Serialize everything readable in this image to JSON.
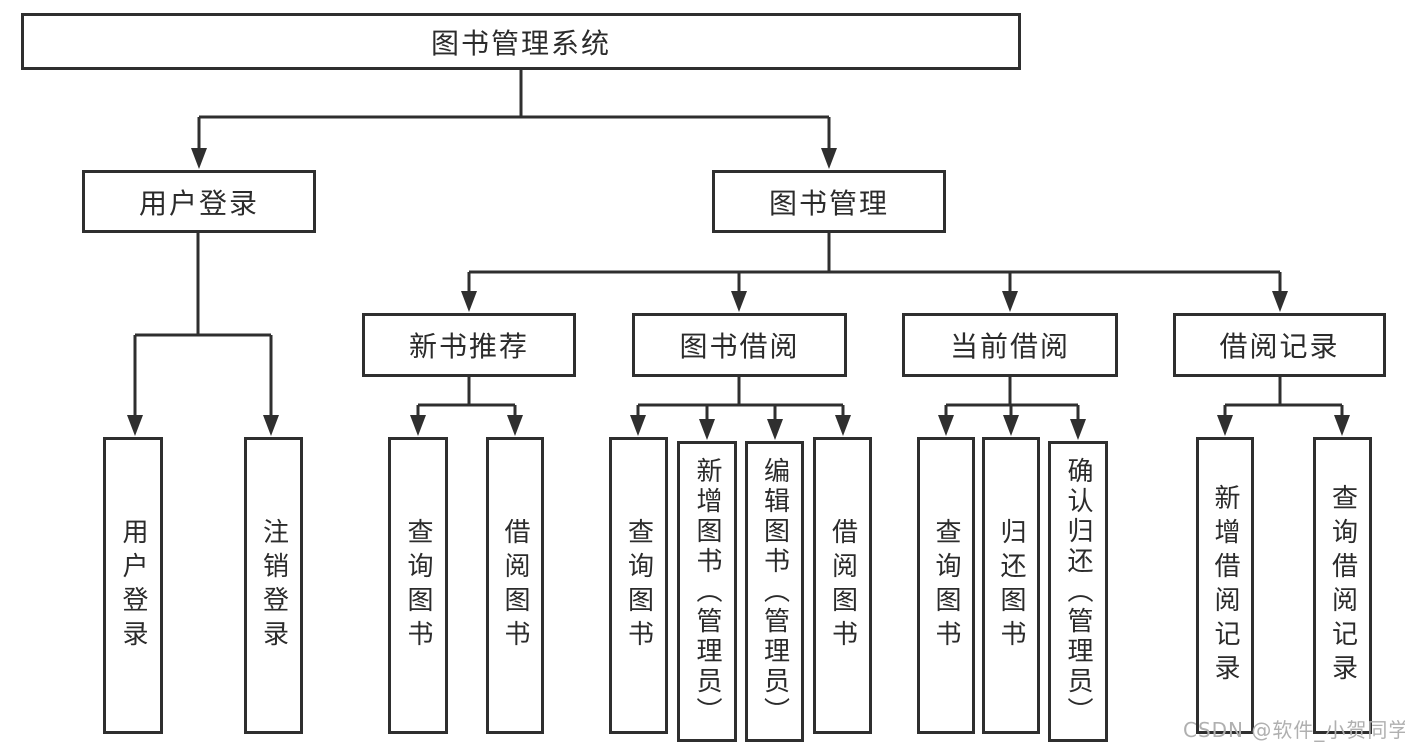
{
  "diagram": {
    "root": {
      "label": "图书管理系统"
    },
    "branches": [
      {
        "label": "用户登录",
        "children": [
          {
            "label": "用户登录"
          },
          {
            "label": "注销登录"
          }
        ]
      },
      {
        "label": "图书管理",
        "children": [
          {
            "label": "新书推荐",
            "children": [
              {
                "label": "查询图书"
              },
              {
                "label": "借阅图书"
              }
            ]
          },
          {
            "label": "图书借阅",
            "children": [
              {
                "label": "查询图书"
              },
              {
                "label": "新增图书（管理员）"
              },
              {
                "label": "编辑图书（管理员）"
              },
              {
                "label": "借阅图书"
              }
            ]
          },
          {
            "label": "当前借阅",
            "children": [
              {
                "label": "查询图书"
              },
              {
                "label": "归还图书"
              },
              {
                "label": "确认归还（管理员）"
              }
            ]
          },
          {
            "label": "借阅记录",
            "children": [
              {
                "label": "新增借阅记录"
              },
              {
                "label": "查询借阅记录"
              }
            ]
          }
        ]
      }
    ]
  },
  "watermark": {
    "text": "CSDN @软件_小贺同学"
  },
  "colors": {
    "line": "#2f2f2f",
    "box_border": "#2f2f2f",
    "text": "#2b2b2b",
    "watermark": "#b0b0b0",
    "background": "#ffffff"
  }
}
